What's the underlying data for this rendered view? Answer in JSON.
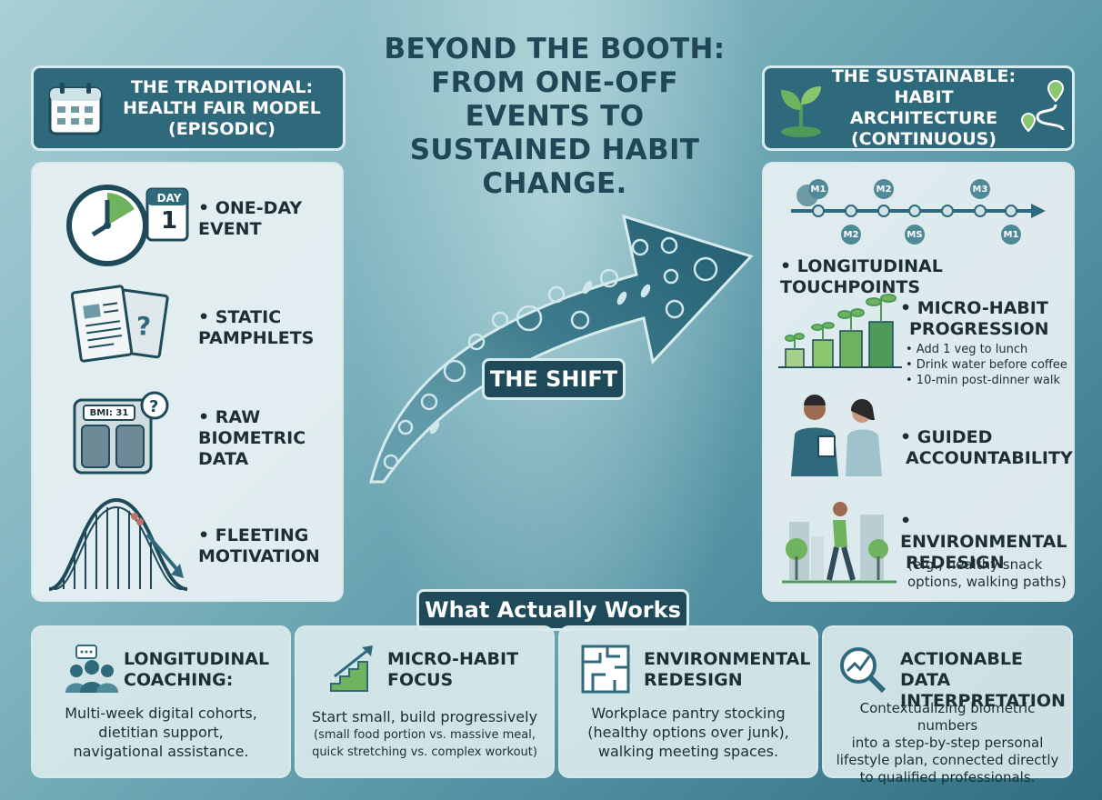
{
  "title": {
    "line1": "BEYOND THE BOOTH:",
    "line2": "FROM ONE-OFF EVENTS TO",
    "line3": "SUSTAINED HABIT CHANGE."
  },
  "traditional": {
    "header": [
      "THE TRADITIONAL:",
      "HEALTH FAIR MODEL",
      "(EPISODIC)"
    ],
    "items": [
      {
        "label": [
          "• ONE-DAY",
          "EVENT"
        ],
        "icon": "clock-calendar-icon"
      },
      {
        "label": [
          "• STATIC",
          "PAMPHLETS"
        ],
        "icon": "pamphlet-icon"
      },
      {
        "label": [
          "• RAW",
          "BIOMETRIC",
          "DATA"
        ],
        "icon": "scale-icon"
      },
      {
        "label": [
          "• FLEETING",
          "MOTIVATION"
        ],
        "icon": "rollercoaster-icon"
      }
    ],
    "day_badge": "DAY",
    "day_number": "1",
    "bmi": "BMI: 31"
  },
  "sustainable": {
    "header": [
      "THE SUSTAINABLE:",
      "HABIT ARCHITECTURE",
      "(CONTINUOUS)"
    ],
    "timeline_top": [
      "M1",
      "M2",
      "M3"
    ],
    "timeline_bottom": [
      "M2",
      "MS",
      "M1"
    ],
    "items": [
      {
        "label": [
          "• LONGITUDINAL TOUCHPOINTS"
        ],
        "sub": []
      },
      {
        "label": [
          "• MICRO-HABIT",
          "PROGRESSION"
        ],
        "sub": [
          "• Add 1 veg to lunch",
          "• Drink water before coffee",
          "• 10-min post-dinner walk"
        ]
      },
      {
        "label": [
          "• GUIDED",
          "ACCOUNTABILITY"
        ],
        "sub": []
      },
      {
        "label": [
          "• ENVIRONMENTAL",
          "REDESIGN"
        ],
        "sub": [
          "(e.g., healthy snack",
          "options, walking paths)"
        ]
      }
    ]
  },
  "shift_label": "THE SHIFT",
  "works_label": "What Actually Works",
  "cards": [
    {
      "title": [
        "LONGITUDINAL",
        "COACHING:"
      ],
      "body": [
        "Multi-week digital cohorts,",
        "dietitian support,",
        "navigational assistance."
      ],
      "icon": "group-chat-icon"
    },
    {
      "title": [
        "MICRO-HABIT",
        "FOCUS"
      ],
      "body": [
        "Start small, build progressively",
        "(small food portion vs. massive meal,",
        "quick stretching vs. complex workout)"
      ],
      "icon": "stairs-arrow-icon"
    },
    {
      "title": [
        "ENVIRONMENTAL",
        "REDESIGN"
      ],
      "body": [
        "Workplace pantry stocking",
        "(healthy options over junk),",
        "walking meeting spaces."
      ],
      "icon": "floorplan-icon"
    },
    {
      "title": [
        "ACTIONABLE DATA",
        "INTERPRETATION"
      ],
      "body": [
        "Contextualizing biometric numbers",
        "into a step-by-step personal",
        "lifestyle plan, connected directly",
        "to qualified professionals."
      ],
      "icon": "magnifier-chart-icon"
    }
  ],
  "colors": {
    "header_bg": "#2f6a7c",
    "badge_bg": "#1e4a5a",
    "accent": "#2f7d86",
    "green": "#4d9a5a"
  }
}
